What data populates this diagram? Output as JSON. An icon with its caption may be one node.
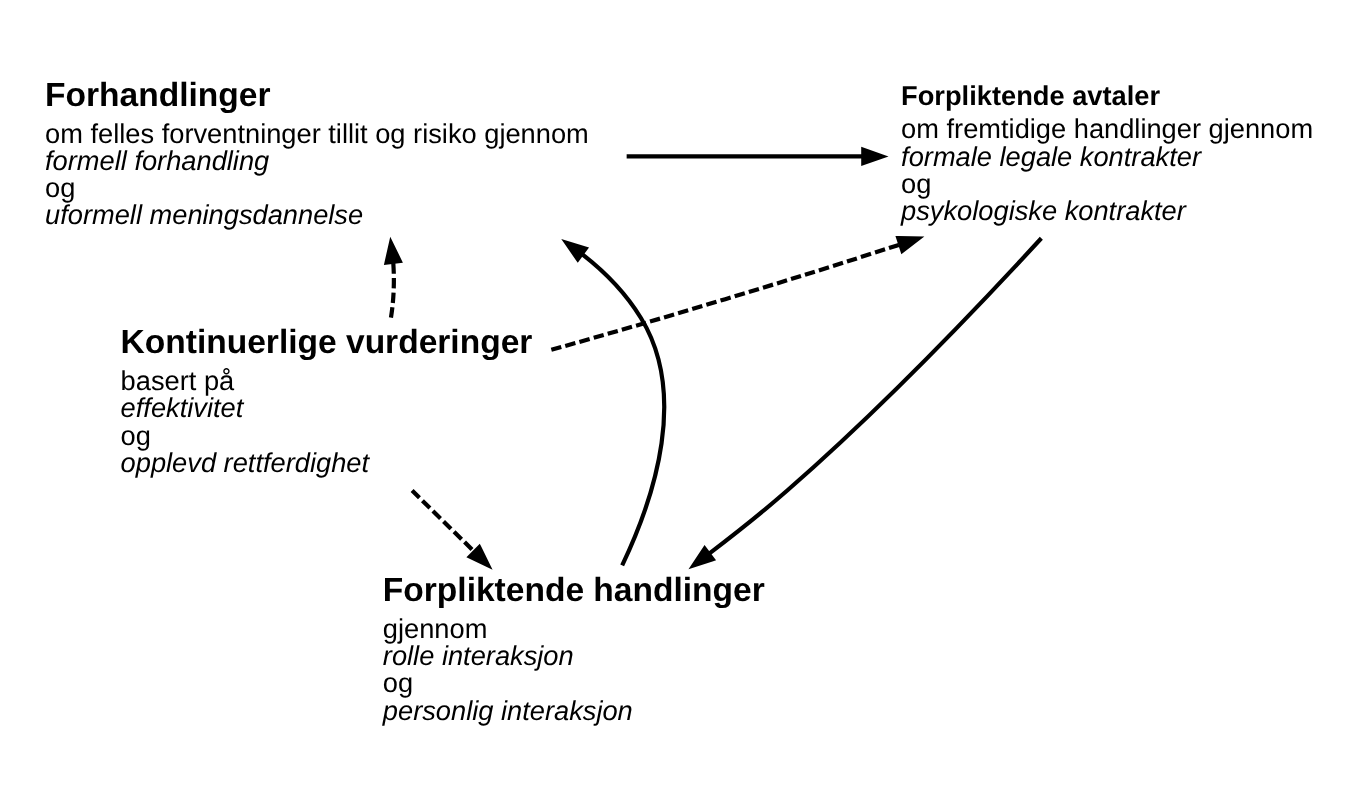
{
  "diagram": {
    "nodes": [
      {
        "text": [
          "Forhandlinger",
          "om felles forventninger tillit og risiko gjennom *formell forhandling* og *uformell meningsdannelse*"
        ]
      },
      {
        "text": [
          "Forpliktende avtaler",
          "om fremtidige handlinger gjennom *formale legale kontrakter* og *psykologiske kontrakter*"
        ]
      },
      {
        "text": [
          "Kontinuerlige vurderinger",
          "basert på *effektivitet* og *opplevd rettferdighet*"
        ]
      },
      {
        "text": [
          "Forpliktende handlinger",
          "gjennom *rolle interaksjon* og *personlig interaksjon*"
        ]
      }
    ],
    "edges": [
      {
        "from": 0,
        "to": 1,
        "arrow": "to"
      },
      {
        "from": 2,
        "to": 0,
        "arrow": "to",
        "style": "dashed"
      },
      {
        "from": 2,
        "to": 1,
        "arrow": "to",
        "style": "dashed"
      },
      {
        "from": 2,
        "to": 3,
        "arrow": "to",
        "style": "dashed"
      },
      {
        "from": 1,
        "to": 3,
        "arrow": "to"
      },
      {
        "from": 3,
        "to": 0,
        "arrow": "to"
      }
    ]
  }
}
